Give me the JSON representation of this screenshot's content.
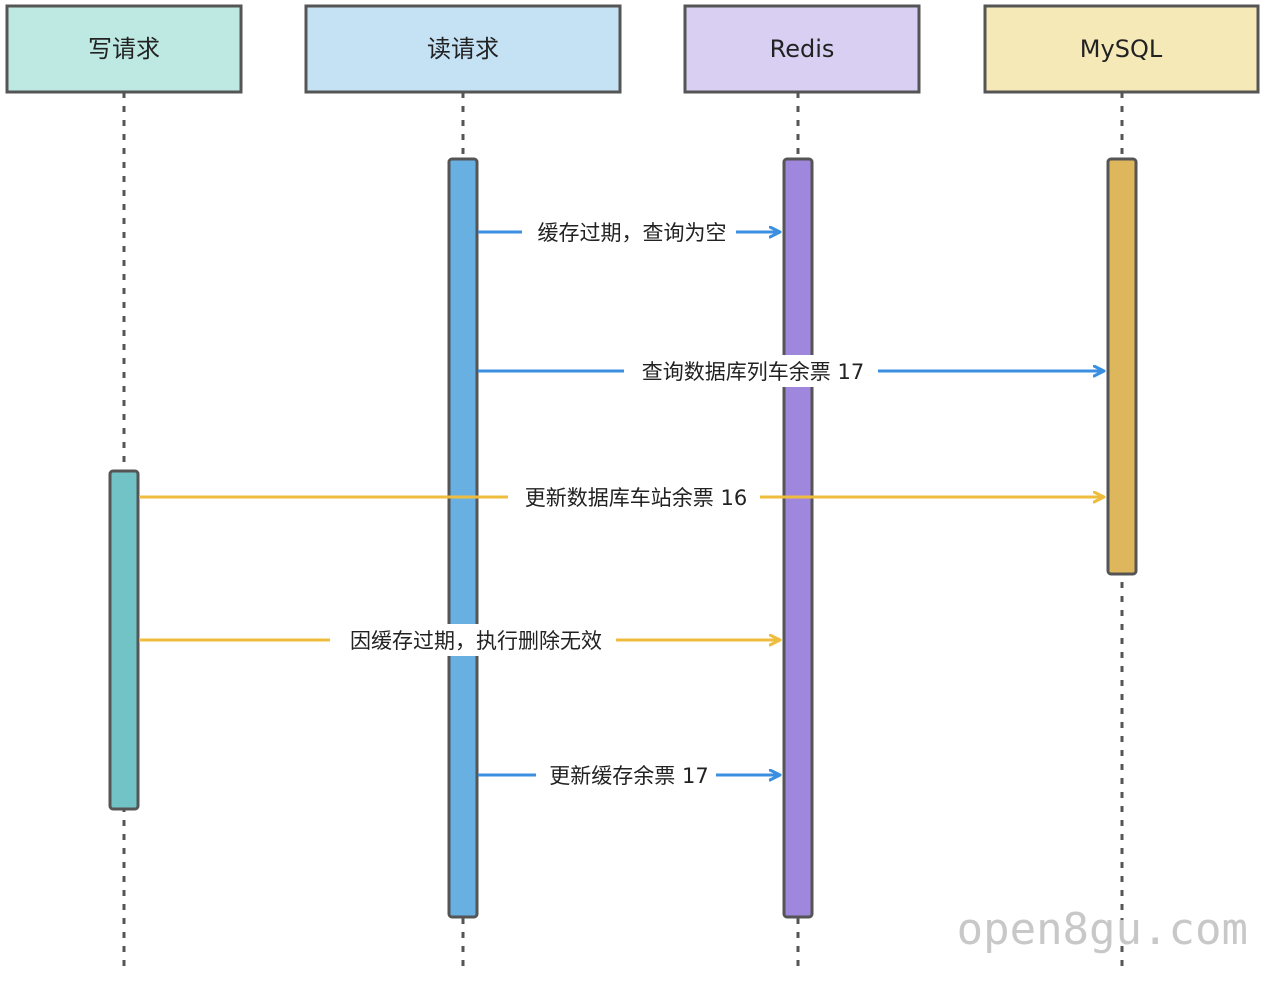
{
  "actors": [
    {
      "id": "write",
      "label": "写请求",
      "fill": "#bde9e2"
    },
    {
      "id": "read",
      "label": "读请求",
      "fill": "#c5e2f5"
    },
    {
      "id": "redis",
      "label": "Redis",
      "fill": "#d8cff2"
    },
    {
      "id": "mysql",
      "label": "MySQL",
      "fill": "#f6e9b8"
    }
  ],
  "activation_colors": {
    "write": "#72c3c6",
    "read": "#68afe2",
    "redis": "#9f87dd",
    "mysql": "#deb65c"
  },
  "arrow_colors": {
    "read": "#3b8fe0",
    "write": "#efbd3e"
  },
  "messages": [
    {
      "from": "read",
      "to": "redis",
      "label": "缓存过期，查询为空"
    },
    {
      "from": "read",
      "to": "mysql",
      "label": "查询数据库列车余票 17"
    },
    {
      "from": "write",
      "to": "mysql",
      "label": "更新数据库车站余票 16"
    },
    {
      "from": "write",
      "to": "redis",
      "label": "因缓存过期，执行删除无效"
    },
    {
      "from": "read",
      "to": "redis",
      "label": "更新缓存余票 17"
    }
  ],
  "watermark": "open8gu.com"
}
